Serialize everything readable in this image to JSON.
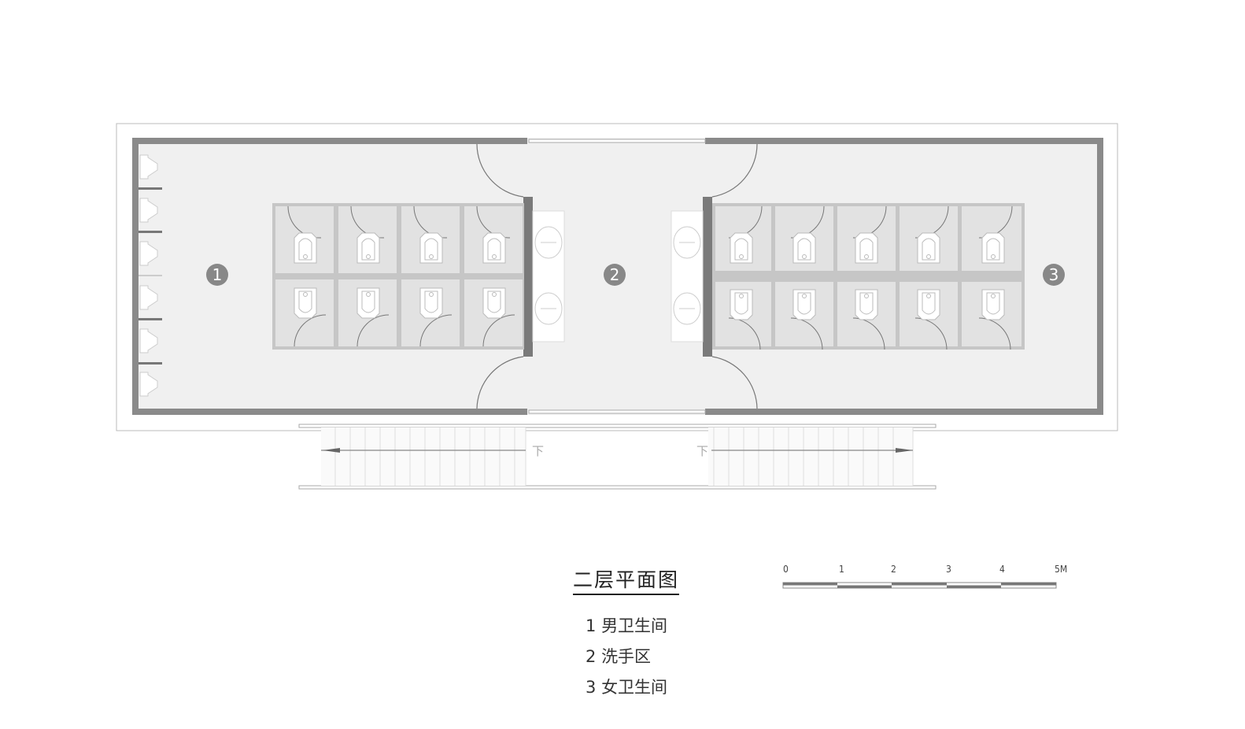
{
  "drawing": {
    "title": "二层平面图",
    "legend": [
      {
        "number": "1",
        "label": "男卫生间"
      },
      {
        "number": "2",
        "label": "洗手区"
      },
      {
        "number": "3",
        "label": "女卫生间"
      }
    ],
    "room_markers": [
      {
        "number": "1",
        "room": "男卫生间"
      },
      {
        "number": "2",
        "room": "洗手区"
      },
      {
        "number": "3",
        "room": "女卫生间"
      }
    ],
    "stair_labels": {
      "left": "下",
      "right": "下"
    },
    "scale_bar": {
      "ticks": [
        "0",
        "1",
        "2",
        "3",
        "4",
        "5M"
      ],
      "unit": "M"
    },
    "fixtures": {
      "urinals_left_wall": 6,
      "men_stalls": 8,
      "women_stalls": 10,
      "sinks_per_counter": 2
    },
    "colors": {
      "wall": "#7a7a7a",
      "floor": "#f0f0f0",
      "stall": "#e2e2e2",
      "partition": "#c4c4c4",
      "marker": "#888888"
    }
  }
}
